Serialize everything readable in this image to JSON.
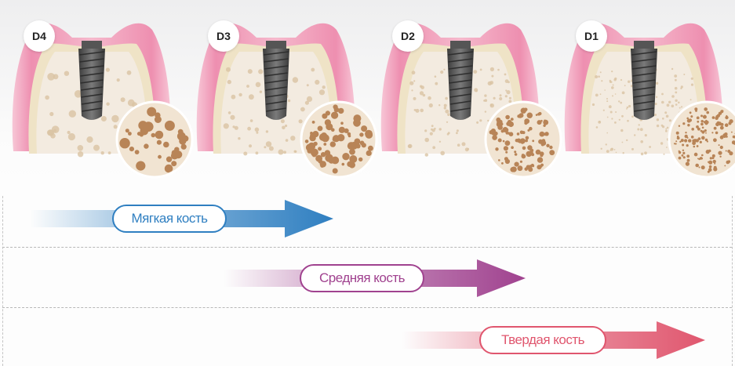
{
  "bone_types": [
    {
      "label": "D4"
    },
    {
      "label": "D3"
    },
    {
      "label": "D2"
    },
    {
      "label": "D1"
    }
  ],
  "arrows": [
    {
      "label": "Мягкая кость",
      "color": "#2f7fc1"
    },
    {
      "label": "Средняя кость",
      "color": "#a0428f"
    },
    {
      "label": "Твердая кость",
      "color": "#e0566e"
    }
  ]
}
